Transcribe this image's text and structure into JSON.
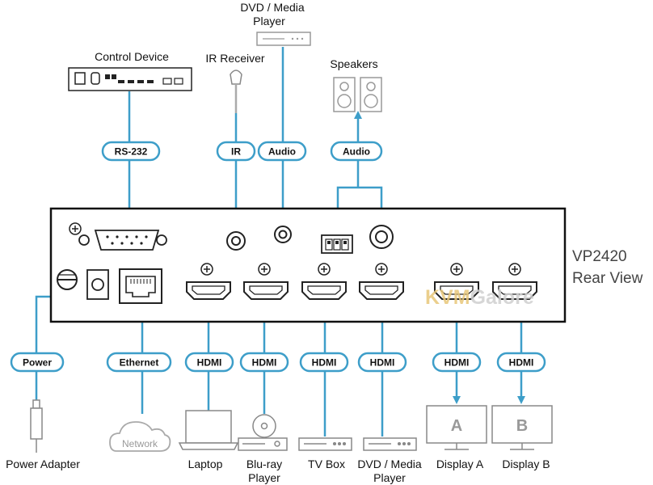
{
  "device": {
    "model": "VP2420",
    "view": "Rear View"
  },
  "watermark": {
    "part1": "KVM",
    "part2": "Galore"
  },
  "labels": {
    "control_device": "Control Device",
    "ir_receiver": "IR Receiver",
    "dvd_top_line1": "DVD / Media",
    "dvd_top_line2": "Player",
    "speakers": "Speakers",
    "power_adapter": "Power Adapter",
    "network": "Network",
    "laptop": "Laptop",
    "bluray_line1": "Blu-ray",
    "bluray_line2": "Player",
    "tvbox": "TV Box",
    "dvd_bottom_line1": "DVD / Media",
    "dvd_bottom_line2": "Player",
    "display_a": "Display A",
    "display_b": "Display B",
    "display_a_letter": "A",
    "display_b_letter": "B"
  },
  "pills": {
    "rs232": "RS-232",
    "ir": "IR",
    "audio_in": "Audio",
    "audio_out": "Audio",
    "power": "Power",
    "ethernet": "Ethernet",
    "hdmi_laptop": "HDMI",
    "hdmi_bluray": "HDMI",
    "hdmi_tvbox": "HDMI",
    "hdmi_dvd": "HDMI",
    "hdmi_display_a": "HDMI",
    "hdmi_display_b": "HDMI"
  },
  "colors": {
    "connection": "#3d9ec9",
    "device_outline": "#999999",
    "panel": "#111111",
    "watermark1": "#e8c77a",
    "watermark2": "#cfcfcf"
  }
}
